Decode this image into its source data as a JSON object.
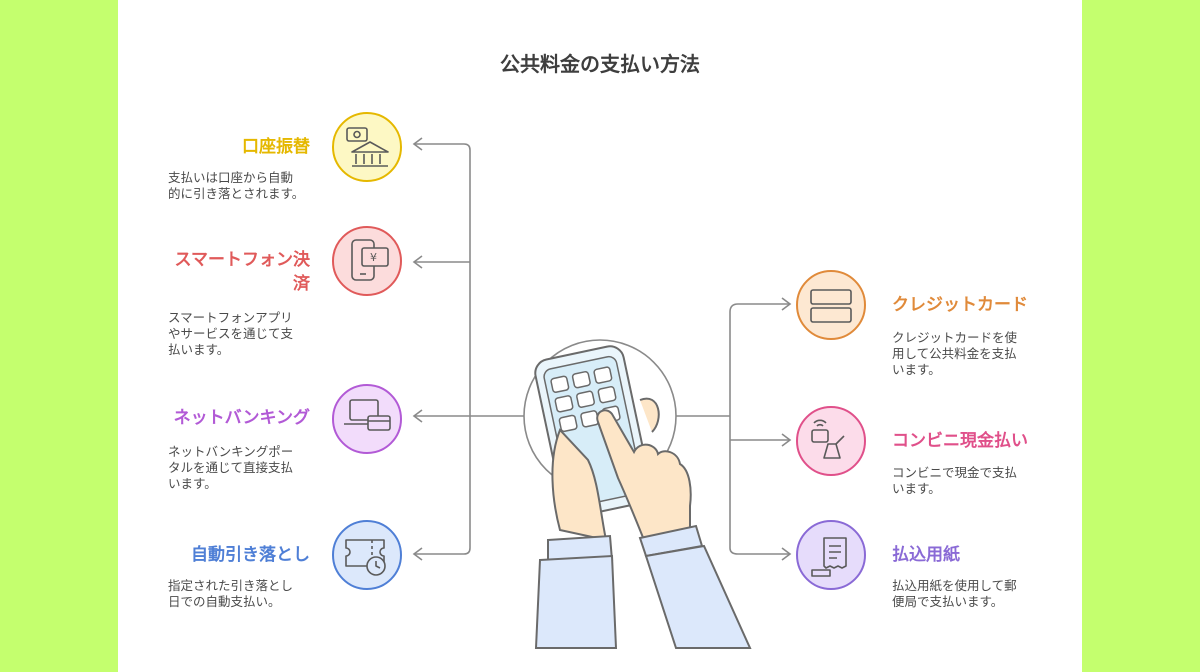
{
  "title": "公共料金の支払い方法",
  "left": [
    {
      "label": "口座振替",
      "desc": "支払いは口座から自動\n的に引き落とされます。",
      "color": "#e5b800",
      "bg": "#fdf8c4",
      "icon": "bank-icon"
    },
    {
      "label": "スマートフォン決\n済",
      "desc": "スマートフォンアプリ\nやサービスを通じて支\n払います。",
      "color": "#e05a5a",
      "bg": "#fcdcdc",
      "icon": "smartphone-payment-icon"
    },
    {
      "label": "ネットバンキング",
      "desc": "ネットバンキングポー\nタルを通じて直接支払\nいます。",
      "color": "#b25ad6",
      "bg": "#f2dcfb",
      "icon": "laptop-card-icon"
    },
    {
      "label": "自動引き落とし",
      "desc": "指定された引き落とし\n日での自動支払い。",
      "color": "#4f7fd6",
      "bg": "#dce8fb",
      "icon": "ticket-clock-icon"
    }
  ],
  "right": [
    {
      "label": "クレジットカード",
      "desc": "クレジットカードを使\n用して公共料金を支払\nいます。",
      "color": "#e08a3a",
      "bg": "#fde8d2",
      "icon": "credit-card-icon"
    },
    {
      "label": "コンビニ現金払い",
      "desc": "コンビニで現金で支払\nいます。",
      "color": "#e0508a",
      "bg": "#fcdcea",
      "icon": "convenience-store-icon"
    },
    {
      "label": "払込用紙",
      "desc": "払込用紙を使用して郵\n便局で支払います。",
      "color": "#8a6ad6",
      "bg": "#e6dcfb",
      "icon": "payment-slip-icon"
    }
  ]
}
